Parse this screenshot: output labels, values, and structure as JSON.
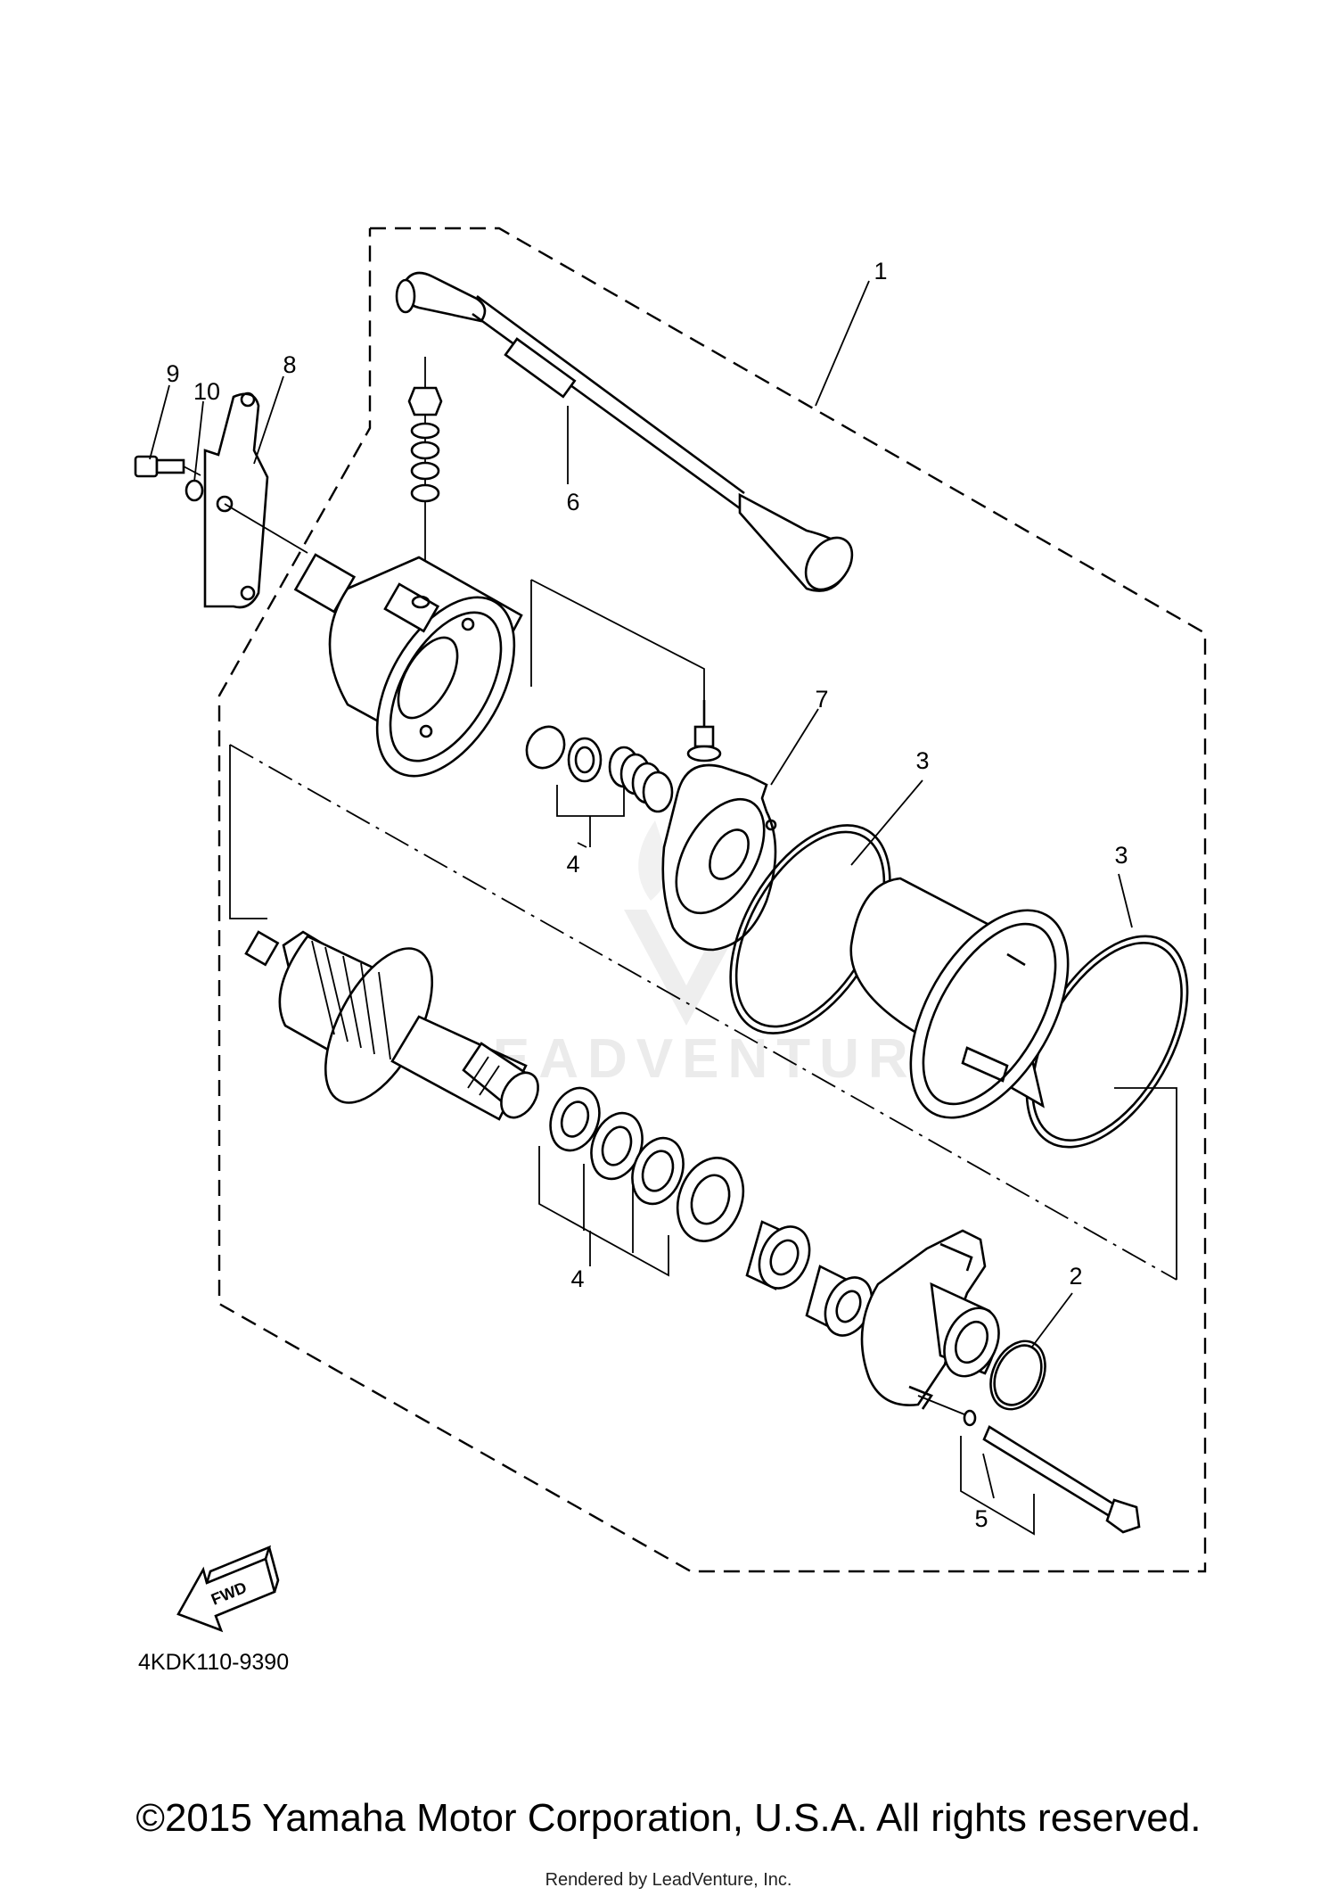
{
  "diagram": {
    "callouts": {
      "c1": "1",
      "c2": "2",
      "c3a": "3",
      "c3b": "3",
      "c4a": "4",
      "c4b": "4",
      "c5": "5",
      "c6": "6",
      "c7": "7",
      "c8": "8",
      "c9": "9",
      "c10": "10"
    },
    "fwd_label": "FWD",
    "part_code": "4KDK110-9390",
    "watermark": "LEADVENTURE"
  },
  "footer": {
    "copyright": "©2015 Yamaha Motor Corporation, U.S.A. All rights reserved.",
    "rendered_by": "Rendered by LeadVenture, Inc."
  }
}
